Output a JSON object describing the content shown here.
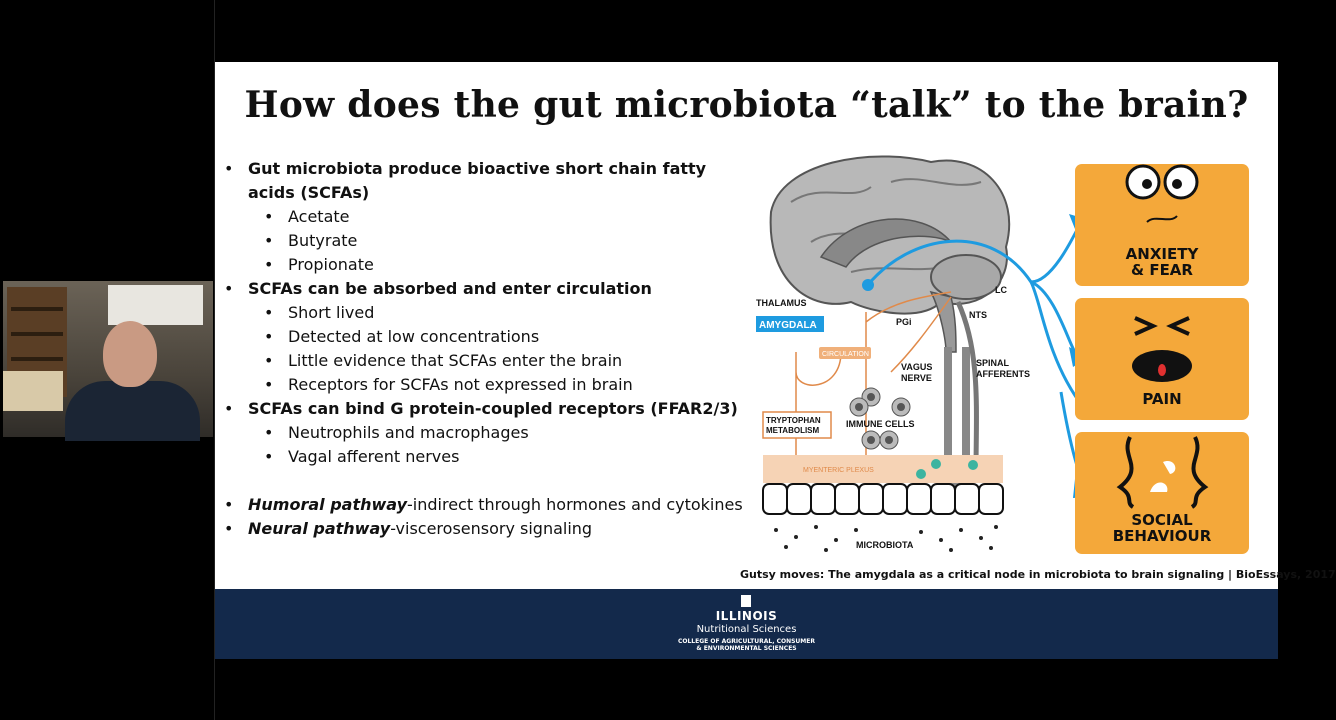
{
  "slide": {
    "title": "How does the gut microbiota “talk” to the brain?",
    "bullets": {
      "scfa_head": "Gut microbiota produce bioactive short chain fatty acids (SCFAs)",
      "scfa_items": [
        "Acetate",
        "Butyrate",
        "Propionate"
      ],
      "circ_head": "SCFAs can be absorbed and enter circulation",
      "circ_items": [
        "Short lived",
        "Detected at low concentrations",
        "Little evidence that SCFAs enter the brain",
        "Receptors for SCFAs not expressed in brain"
      ],
      "gpcr_head": "SCFAs can bind G protein-coupled receptors (FFAR2/3)",
      "gpcr_items": [
        "Neutrophils and macrophages",
        "Vagal afferent nerves"
      ],
      "humoral_term": "Humoral pathway",
      "humoral_rest": "-indirect through hormones and cytokines",
      "neural_term": "Neural pathway",
      "neural_rest": "-viscerosensory signaling"
    },
    "figure": {
      "labels": {
        "thalamus": "THALAMUS",
        "amygdala": "AMYGDALA",
        "lc": "LC",
        "pgi": "PGi",
        "nts": "NTS",
        "circulation": "CIRCULATION",
        "vagus_1": "VAGUS",
        "vagus_2": "NERVE",
        "spinal_1": "SPINAL",
        "spinal_2": "AFFERENTS",
        "trypto_1": "TRYPTOPHAN",
        "trypto_2": "METABOLISM",
        "immune": "IMMUNE CELLS",
        "plexus": "MYENTERIC PLEXUS",
        "microbiota": "MICROBIOTA"
      },
      "outcomes": {
        "anxiety_1": "ANXIETY",
        "anxiety_2": "& FEAR",
        "pain": "PAIN",
        "social_1": "SOCIAL",
        "social_2": "BEHAVIOUR"
      }
    },
    "caption": "Gutsy moves:  The amygdala as a critical node in microbiota to brain signaling | BioEssays, 2017",
    "footer": {
      "org": "ILLINOIS",
      "dept": "Nutritional Sciences",
      "college_1": "COLLEGE OF AGRICULTURAL, CONSUMER",
      "college_2": "& ENVIRONMENTAL SCIENCES"
    }
  },
  "colors": {
    "accent_blue": "#1e9be0",
    "outcome_orange": "#f4a83a",
    "footer_navy": "#13294b",
    "pathway_orange": "#e08a4a"
  }
}
